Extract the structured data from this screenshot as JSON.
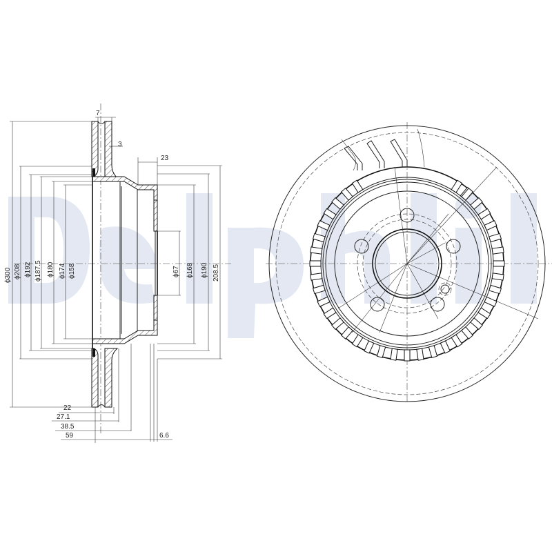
{
  "watermark": {
    "text": "Delphi",
    "color": "#e3e8f2"
  },
  "section_view": {
    "top_dims": {
      "width_7": "7",
      "width_3": "3",
      "width_23": "23"
    },
    "left_diameters": [
      "ϕ300",
      "ϕ208",
      "ϕ192",
      "ϕ187.5",
      "ϕ180",
      "ϕ174",
      "ϕ158"
    ],
    "right_diameters": [
      "ϕ67",
      "ϕ168",
      "ϕ190",
      "208.5"
    ],
    "bottom_dims": [
      "22",
      "27.1",
      "38.5",
      "59"
    ],
    "bottom_right_dim": "6.6"
  },
  "front_view": {
    "bolt_holes": 5,
    "description": "Ventilated brake disc front view with cooling vanes and 5-hole hub"
  }
}
